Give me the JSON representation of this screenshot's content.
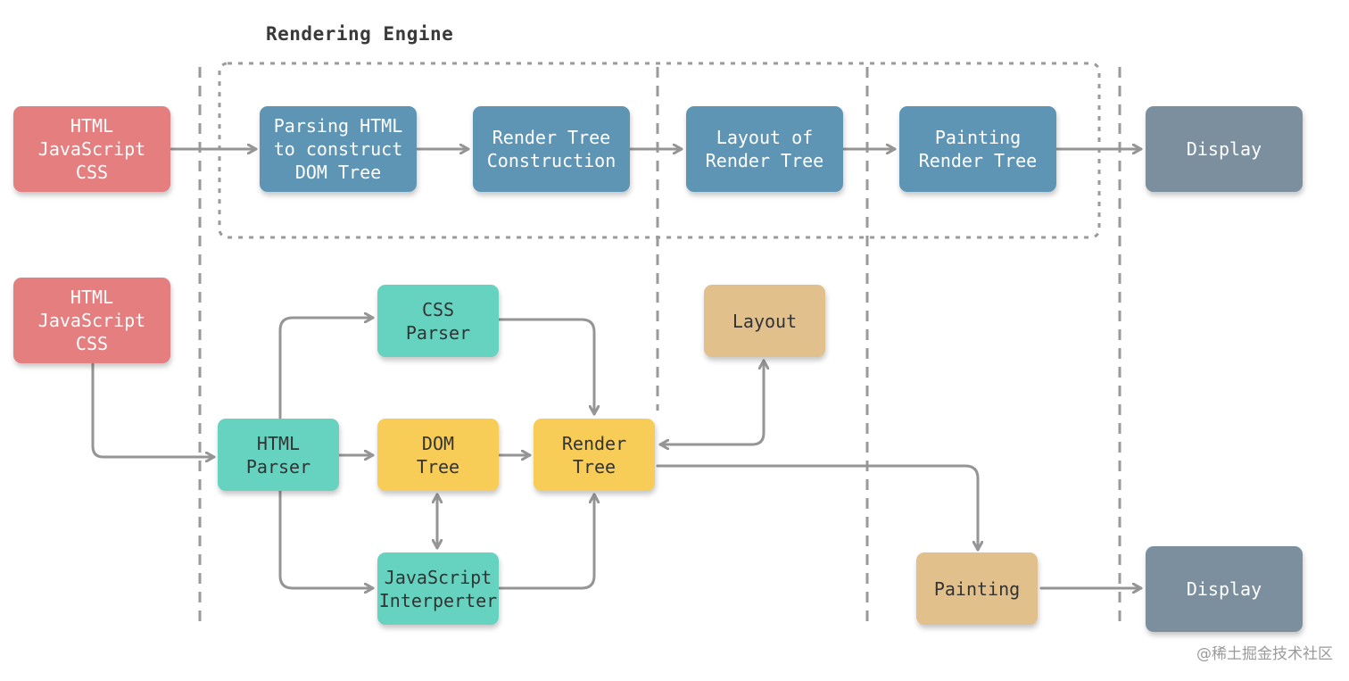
{
  "title": "Rendering Engine",
  "watermark": "@稀土掘金技术社区",
  "colors": {
    "source": "#e57e7f",
    "engine_step": "#5e95b5",
    "display": "#7c8f9e",
    "parser": "#66d3c1",
    "tree": "#f7cd57",
    "layout_paint": "#e2c08c",
    "connector": "#959595",
    "dashed_line": "#9a9a9a"
  },
  "top_flow": {
    "source": "HTML\nJavaScript\nCSS",
    "steps": [
      "Parsing HTML\nto construct\nDOM Tree",
      "Render Tree\nConstruction",
      "Layout of\nRender Tree",
      "Painting\nRender Tree"
    ],
    "display": "Display"
  },
  "bottom_flow": {
    "source": "HTML\nJavaScript\nCSS",
    "html_parser": "HTML\nParser",
    "css_parser": "CSS\nParser",
    "dom_tree": "DOM\nTree",
    "render_tree": "Render\nTree",
    "js_interpreter": "JavaScript\nInterperter",
    "layout": "Layout",
    "painting": "Painting",
    "display": "Display"
  }
}
